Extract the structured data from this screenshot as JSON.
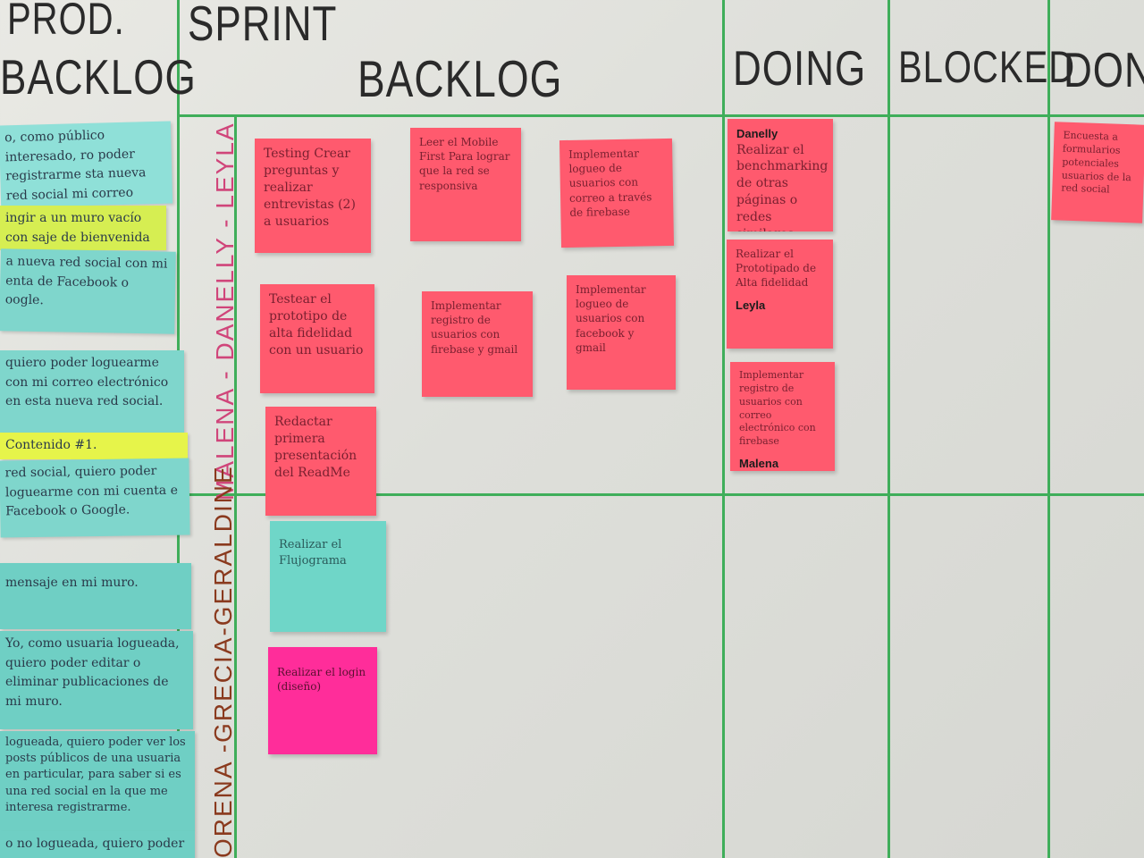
{
  "columns": {
    "prod_backlog_line1": "PROD.",
    "prod_backlog_line2": "BACKLOG",
    "sprint_backlog_line1": "SPRINT",
    "sprint_backlog_line2": "BACKLOG",
    "doing": "DOING",
    "blocked": "BLOCKED",
    "done": "DONE"
  },
  "lanes": {
    "team1": "MALENA - DANELLY - LEYLA",
    "team2": "ORENA -GRECIA-GERALDINE"
  },
  "product_backlog": [
    {
      "text": "o, como público interesado, ro poder registrarme sta nueva red social mi correo para cones con otras personas como yo",
      "color": "#8fe0d8"
    },
    {
      "text": "ingir a un muro vacío con saje de bienvenida",
      "color": "#d6ee52"
    },
    {
      "text": "a nueva red social con mi enta de Facebook o oogle.",
      "color": "#7fd6cc"
    },
    {
      "text": "quiero poder loguearme con mi correo electrónico en esta nueva red social.",
      "color": "#7fd6cc"
    },
    {
      "text": "Contenido #1.",
      "color": "#e6f44a"
    },
    {
      "text": "red social, quiero poder loguearme con mi cuenta e Facebook o Google.",
      "color": "#7fd6cc"
    },
    {
      "text": "mensaje en mi muro.",
      "color": "#6fcfc4"
    },
    {
      "text": "Yo, como usuaria logueada, quiero poder editar o eliminar publicaciones de mi muro.",
      "color": "#6fcfc4"
    },
    {
      "text": "logueada, quiero poder ver los posts públicos de una usuaria en particular, para saber si es una red social en la que me interesa registrarme.",
      "color": "#6fcfc4"
    },
    {
      "text": "o no logueada, quiero poder",
      "color": "#6fcfc4"
    }
  ],
  "sprint_team1": [
    {
      "text": "Testing Crear preguntas y realizar entrevistas (2) a usuarios",
      "color": "#ff5a6e"
    },
    {
      "text": "Leer el Mobile First Para lograr que la red se responsiva",
      "color": "#ff5a6e"
    },
    {
      "text": "Implementar logueo de usuarios con correo a través de firebase",
      "color": "#ff5a6e"
    },
    {
      "text": "Testear el prototipo de alta fidelidad con un usuario",
      "color": "#ff5a6e"
    },
    {
      "text": "Implementar registro de usuarios con firebase y gmail",
      "color": "#ff5a6e"
    },
    {
      "text": "Implementar logueo de usuarios con facebook y gmail",
      "color": "#ff5a6e"
    },
    {
      "text": "Redactar primera presentación del ReadMe",
      "color": "#ff5a6e"
    }
  ],
  "sprint_team2": [
    {
      "text": "Realizar el Flujograma",
      "color": "#6fd6c8"
    },
    {
      "text": "Realizar el login (diseño)",
      "color": "#ff2d9a"
    }
  ],
  "doing": [
    {
      "who": "Danelly",
      "text": "Realizar el benchmarking de otras páginas o redes similares",
      "sub": "",
      "color": "#ff5a6e"
    },
    {
      "who": "",
      "text": "Realizar el Prototipado de Alta fidelidad",
      "sub": "Leyla",
      "color": "#ff5a6e"
    },
    {
      "who": "",
      "text": "Implementar registro de usuarios con correo electrónico con firebase",
      "sub": "Malena",
      "color": "#ff5a6e"
    }
  ],
  "done": [
    {
      "text": "Encuesta a formularios potenciales usuarios de la red social",
      "color": "#ff5a6e"
    }
  ]
}
